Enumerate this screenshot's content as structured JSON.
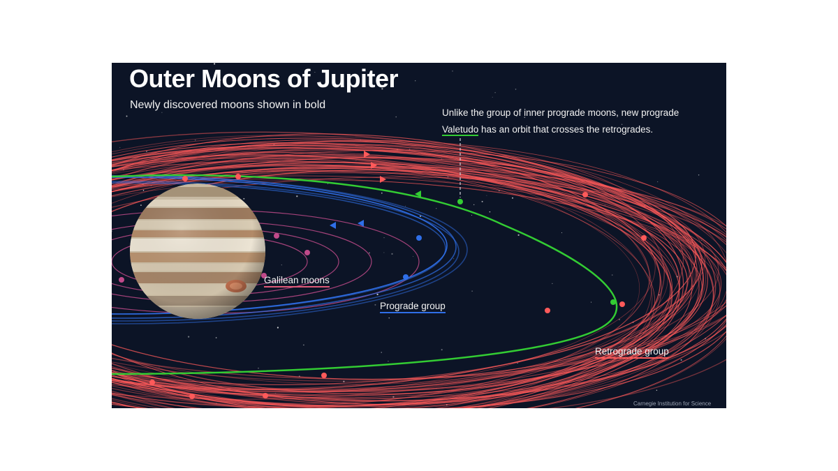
{
  "title": "Outer Moons of Jupiter",
  "subtitle": "Newly discovered moons shown in bold",
  "annotation": {
    "text_before": "Unlike the group of inner prograde moons, new prograde",
    "highlight": "Valetudo",
    "text_after": " has an orbit that crosses the retrogrades."
  },
  "labels": {
    "galilean": "Galilean moons",
    "prograde": "Prograde group",
    "retrograde": "Retrograde group"
  },
  "credit": "Carnegie Institution for Science",
  "colors": {
    "background": "#0c1426",
    "retrograde": "#ff5a5a",
    "prograde": "#2f6fe8",
    "galilean": "#c04a8a",
    "valetudo": "#33cc33"
  }
}
